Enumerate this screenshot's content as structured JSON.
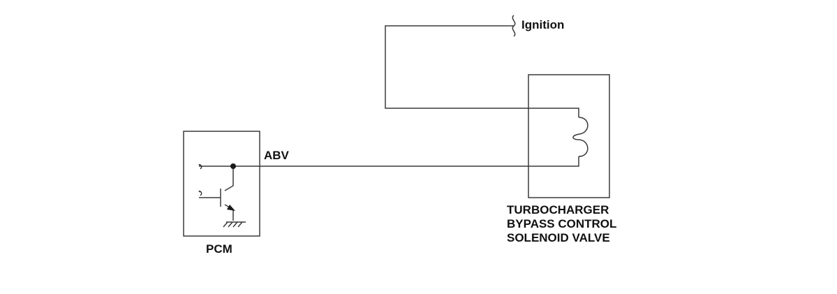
{
  "labels": {
    "ignition": "Ignition",
    "signal": "ABV",
    "pcm": "PCM",
    "solenoid_line1": "TURBOCHARGER",
    "solenoid_line2": "BYPASS CONTROL",
    "solenoid_line3": "SOLENOID VALVE"
  },
  "colors": {
    "line": "#3a3a3a",
    "text": "#111111",
    "background": "#ffffff"
  }
}
